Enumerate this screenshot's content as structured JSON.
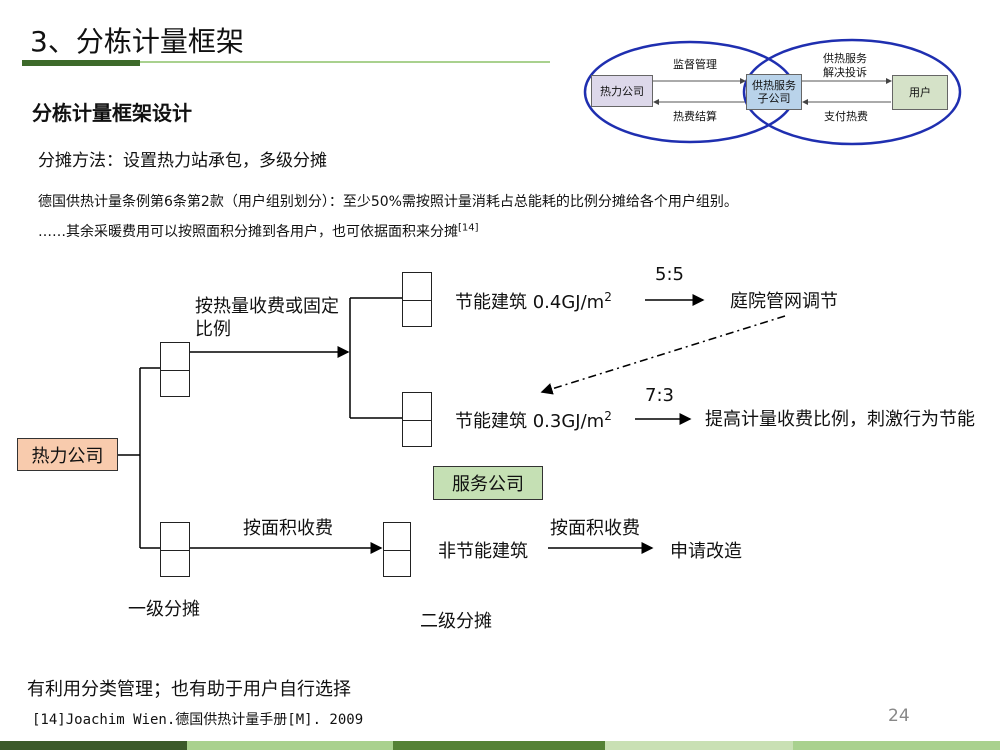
{
  "header": {
    "title": "3、分栋计量框架",
    "subtitle": "分栋计量框架设计"
  },
  "intro": {
    "method": "分摊方法：设置热力站承包，多级分摊",
    "line1": "德国供热计量条例第6条第2款（用户组别划分）：至少50%需按照计量消耗占总能耗的比例分摊给各个用户组别。",
    "line2": "……其余采暖费用可以按照面积分摊到各用户，也可依据面积来分摊",
    "line2_ref": "[14]"
  },
  "mini_diagram": {
    "heat_company": "热力公司",
    "service_sub": "供热服务子公司",
    "user": "用户",
    "supervise": "监督管理",
    "settle": "热费结算",
    "service_complaint": "供热服务解决投诉",
    "pay": "支付热费"
  },
  "diagram": {
    "heat_company": "热力公司",
    "branch_heat": "按热量收费或固定比例",
    "branch_area": "按面积收费",
    "building_04": "节能建筑 0.4GJ/m",
    "building_03": "节能建筑 0.3GJ/m",
    "sup2": "2",
    "ratio_55": "5:5",
    "ratio_73": "7:3",
    "yard_network": "庭院管网调节",
    "raise_ratio": "提高计量收费比例，刺激行为节能",
    "service_company": "服务公司",
    "non_energy": "非节能建筑",
    "area_fee": "按面积收费",
    "apply_retrofit": "申请改造",
    "level1": "一级分摊",
    "level2": "二级分摊"
  },
  "footer": {
    "conclusion": "有利用分类管理；也有助于用户自行选择",
    "reference": "[14]Joachim Wien.德国供热计量手册[M]. 2009",
    "page_number": "24"
  },
  "colors": {
    "dark_green": "#3d6a2a",
    "light_green": "#a9d18e",
    "orange_box": "#f8cbad",
    "green_box": "#c5e0b4",
    "blue_ellipse": "#1f2fb0"
  }
}
